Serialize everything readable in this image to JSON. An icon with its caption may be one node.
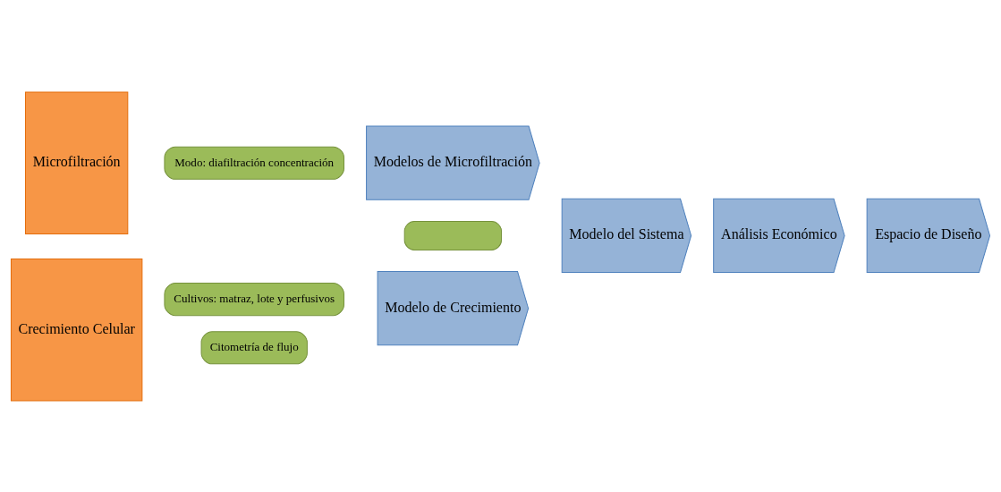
{
  "diagram": {
    "nodes": [
      {
        "text": [
          "Microfiltración"
        ]
      },
      {
        "text": [
          "Modo: diafiltración concentración"
        ]
      },
      {
        "text": [
          "Modelos de Microfiltración"
        ]
      },
      {
        "text": [],
        "shape": "box"
      },
      {
        "text": [
          "Crecimiento Celular"
        ]
      },
      {
        "text": [
          "Cultivos: matraz, lote y perfusivos"
        ]
      },
      {
        "text": [
          "Citometría de flujo"
        ]
      },
      {
        "text": [
          "Modelo de Crecimiento"
        ]
      },
      {
        "text": [
          "Modelo del Sistema"
        ]
      },
      {
        "text": [
          "Análisis Económico"
        ]
      },
      {
        "text": [
          "Espacio de Diseño"
        ]
      }
    ]
  }
}
